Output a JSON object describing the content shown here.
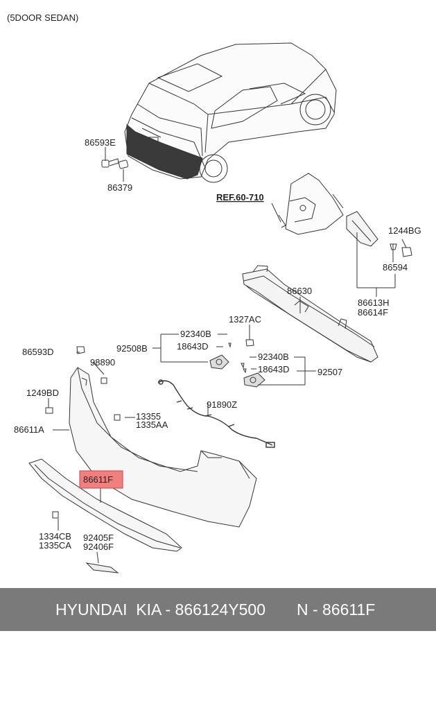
{
  "title": "(5DOOR SEDAN)",
  "ref_label": "REF.60-710",
  "highlight_color": "#f08080",
  "footer_color": "#7a7a7a",
  "parts": {
    "p86593E": "86593E",
    "p86379": "86379",
    "p1244BG": "1244BG",
    "p86594": "86594",
    "p86630": "86630",
    "p86613H": "86613H",
    "p86614F": "86614F",
    "p1327AC": "1327AC",
    "p92340B_a": "92340B",
    "p92508B": "92508B",
    "p18643D_a": "18643D",
    "p86593D": "86593D",
    "p98890": "98890",
    "p92340B_b": "92340B",
    "p18643D_b": "18643D",
    "p92507": "92507",
    "p1249BD": "1249BD",
    "p91890Z": "91890Z",
    "p13355": "13355",
    "p1335AA": "1335AA",
    "p86611A": "86611A",
    "p86611F": "86611F",
    "p1334CB": "1334CB",
    "p1335CA": "1335CA",
    "p92405F": "92405F",
    "p92406F": "92406F"
  },
  "footer": {
    "brand": "HYUNDAI  KIA - 866124Y500",
    "ref": "N - 86611F"
  }
}
